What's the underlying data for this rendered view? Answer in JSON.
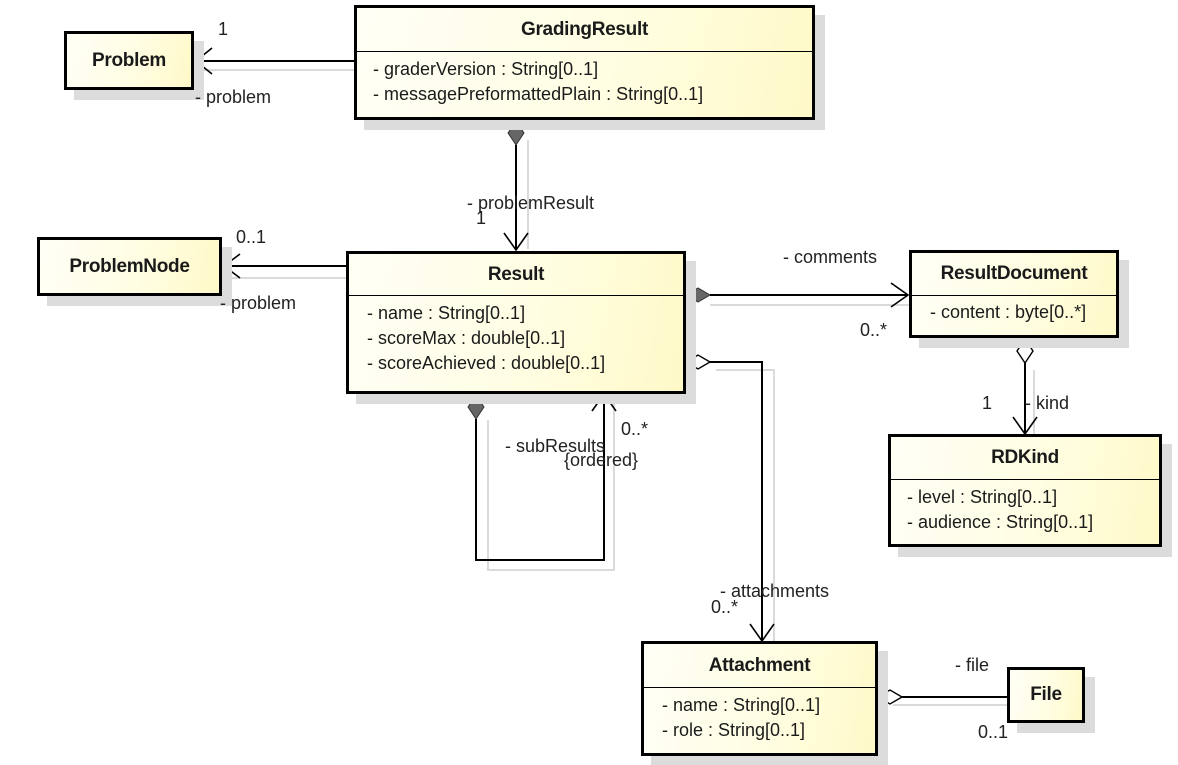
{
  "classes": {
    "problem": {
      "name": "Problem",
      "attributes": []
    },
    "grading_result": {
      "name": "GradingResult",
      "attributes": [
        "- graderVersion : String[0..1]",
        "- messagePreformattedPlain : String[0..1]"
      ]
    },
    "problem_node": {
      "name": "ProblemNode",
      "attributes": []
    },
    "result": {
      "name": "Result",
      "attributes": [
        "- name : String[0..1]",
        "- scoreMax : double[0..1]",
        "- scoreAchieved : double[0..1]"
      ]
    },
    "result_document": {
      "name": "ResultDocument",
      "attributes": [
        "- content : byte[0..*]"
      ]
    },
    "rdkind": {
      "name": "RDKind",
      "attributes": [
        "- level : String[0..1]",
        "- audience : String[0..1]"
      ]
    },
    "attachment": {
      "name": "Attachment",
      "attributes": [
        "- name : String[0..1]",
        "- role : String[0..1]"
      ]
    },
    "file": {
      "name": "File",
      "attributes": []
    }
  },
  "associations": [
    {
      "id": "gr-problem",
      "from": "GradingResult",
      "to": "Problem",
      "kind": "association",
      "role": "- problem",
      "multiplicity": "1"
    },
    {
      "id": "gr-result",
      "from": "GradingResult",
      "to": "Result",
      "kind": "composition",
      "role": "- problemResult",
      "multiplicity": "1"
    },
    {
      "id": "result-problemnode",
      "from": "Result",
      "to": "ProblemNode",
      "kind": "association",
      "role": "- problem",
      "multiplicity": "0..1"
    },
    {
      "id": "result-comments",
      "from": "Result",
      "to": "ResultDocument",
      "kind": "composition",
      "role": "- comments",
      "multiplicity": "0..*"
    },
    {
      "id": "result-subresults",
      "from": "Result",
      "to": "Result",
      "kind": "composition",
      "role": "- subResults",
      "multiplicity": "0..*",
      "constraint": "{ordered}"
    },
    {
      "id": "result-attachments",
      "from": "Result",
      "to": "Attachment",
      "kind": "aggregation",
      "role": "- attachments",
      "multiplicity": "0..*"
    },
    {
      "id": "rd-kind",
      "from": "ResultDocument",
      "to": "RDKind",
      "kind": "aggregation",
      "role": "- kind",
      "multiplicity": "1"
    },
    {
      "id": "attachment-file",
      "from": "Attachment",
      "to": "File",
      "kind": "aggregation",
      "role": "- file",
      "multiplicity": "0..1"
    }
  ]
}
